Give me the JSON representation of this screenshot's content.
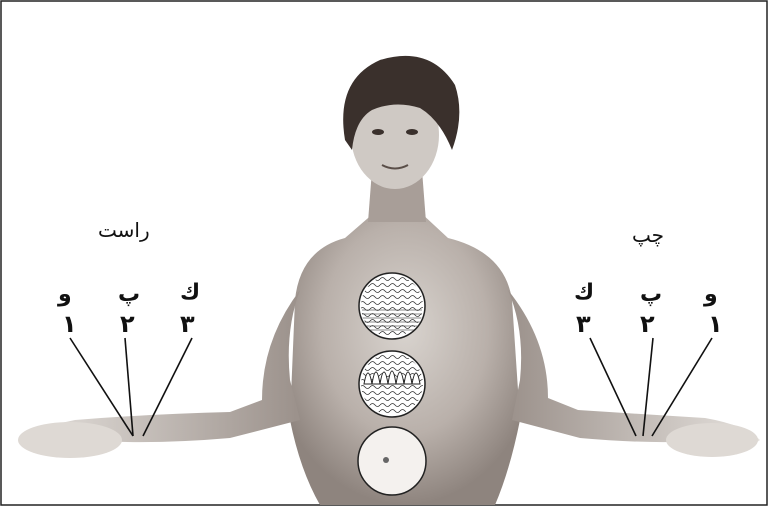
{
  "left_label": "راست",
  "right_label": "چپ",
  "left_group": [
    {
      "letter": "و",
      "digit": "١"
    },
    {
      "letter": "پ",
      "digit": "٢"
    },
    {
      "letter": "ك",
      "digit": "٣"
    }
  ],
  "right_group": [
    {
      "letter": "ك",
      "digit": "٣"
    },
    {
      "letter": "پ",
      "digit": "٢"
    },
    {
      "letter": "و",
      "digit": "١"
    }
  ],
  "colors": {
    "ink": "#111111",
    "skin_dark": "#7a6e68",
    "skin_light": "#d9d4cf"
  }
}
